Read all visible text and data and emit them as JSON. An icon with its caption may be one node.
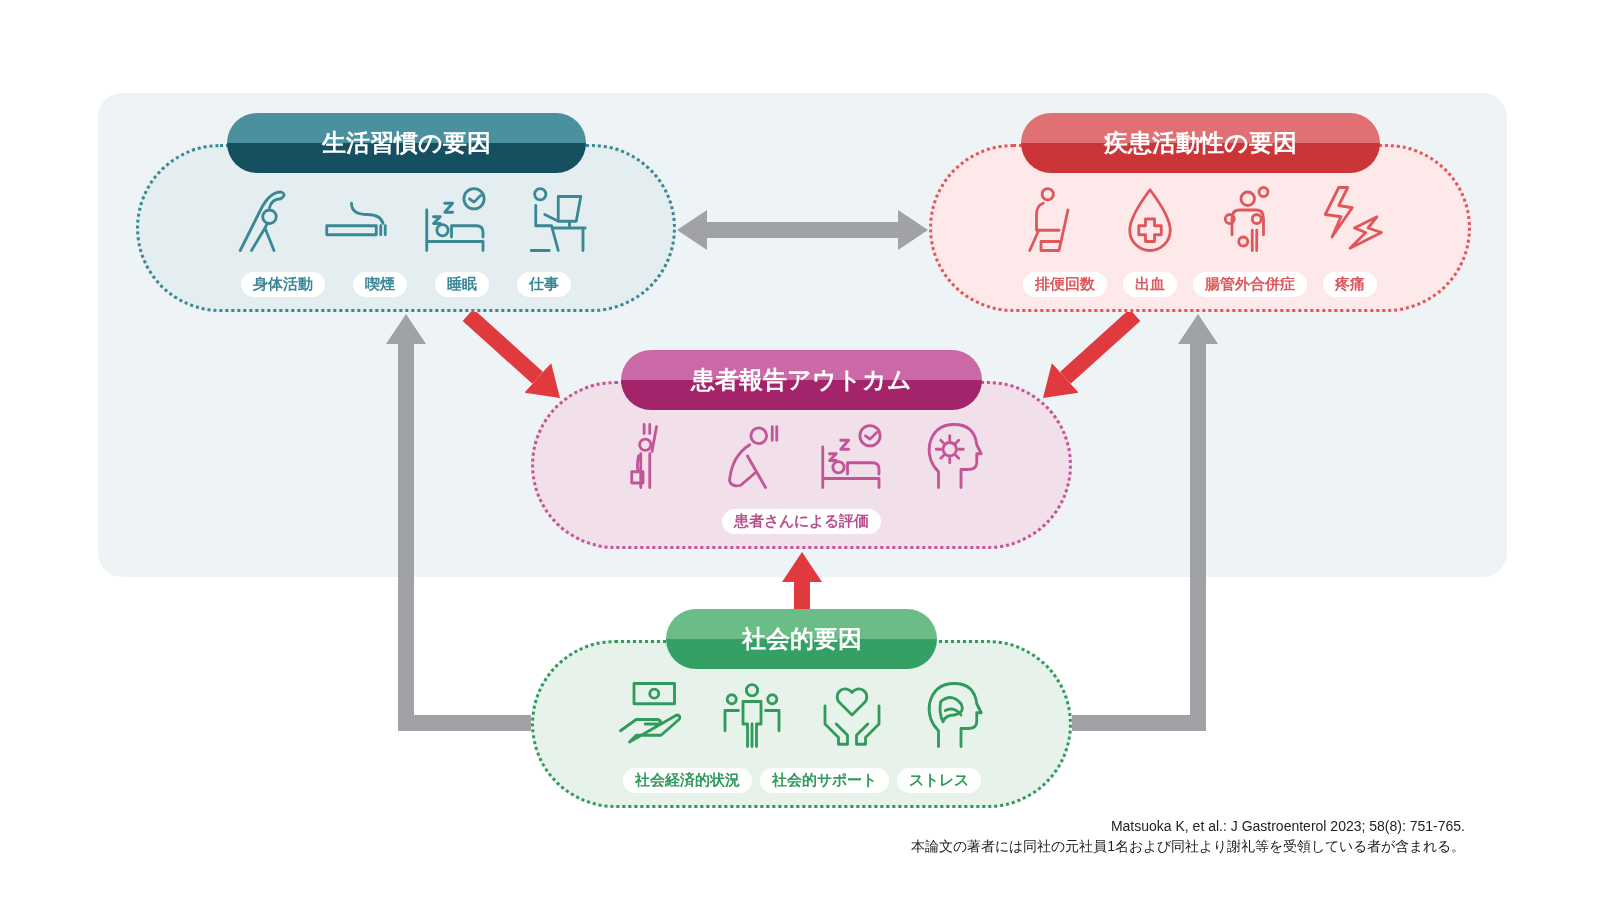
{
  "diagram": {
    "nodes": [
      {
        "text": [
          "生活習慣の要因"
        ]
      },
      {
        "text": [
          "身体活動"
        ],
        "in": 0
      },
      {
        "text": [
          "喫煙"
        ],
        "in": 0
      },
      {
        "text": [
          "睡眠"
        ],
        "in": 0
      },
      {
        "text": [
          "仕事"
        ],
        "in": 0
      },
      {
        "text": [
          "疾患活動性の要因"
        ]
      },
      {
        "text": [
          "排便回数"
        ],
        "in": 5
      },
      {
        "text": [
          "出血"
        ],
        "in": 5
      },
      {
        "text": [
          "腸管外合併症"
        ],
        "in": 5
      },
      {
        "text": [
          "疼痛"
        ],
        "in": 5
      },
      {
        "text": [
          "患者報告アウトカム"
        ]
      },
      {
        "text": [
          "患者さんによる評価"
        ],
        "in": 10
      },
      {
        "text": [
          "社会的要因"
        ]
      },
      {
        "text": [
          "社会経済的状況"
        ],
        "in": 12
      },
      {
        "text": [
          "社会的サポート"
        ],
        "in": 12
      },
      {
        "text": [
          "ストレス"
        ],
        "in": 12
      }
    ],
    "edges": [
      {
        "from": 0,
        "to": 5,
        "arrow": "both"
      },
      {
        "from": 0,
        "to": 10,
        "arrow": "to",
        "color": "#e0393e"
      },
      {
        "from": 5,
        "to": 10,
        "arrow": "to",
        "color": "#e0393e"
      },
      {
        "from": 12,
        "to": 10,
        "arrow": "to",
        "color": "#e0393e"
      },
      {
        "from": 12,
        "to": 0,
        "arrow": "to"
      },
      {
        "from": 12,
        "to": 5,
        "arrow": "to"
      }
    ],
    "labels": [
      "Matsuoka K, et al.: J Gastroenterol 2023; 58(8): 751-765.",
      "本論文の著者には同社の元社員1名および同社より謝礼等を受領している者が含まれる。"
    ]
  }
}
